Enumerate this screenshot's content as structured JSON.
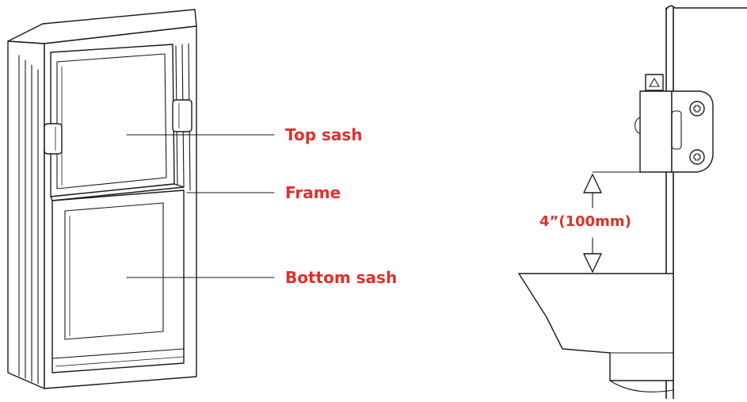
{
  "labels": {
    "top_sash": "Top sash",
    "frame": "Frame",
    "bottom_sash": "Bottom sash",
    "dimension": "4”(100mm)"
  },
  "colors": {
    "label_red": "#e0302a",
    "line": "#1a1a1a",
    "background": "#ffffff"
  },
  "icons": {
    "lock_button": "triangle-up-icon",
    "screw": "phillips-screw-icon",
    "dimension_arrows": "double-arrow-icon"
  }
}
